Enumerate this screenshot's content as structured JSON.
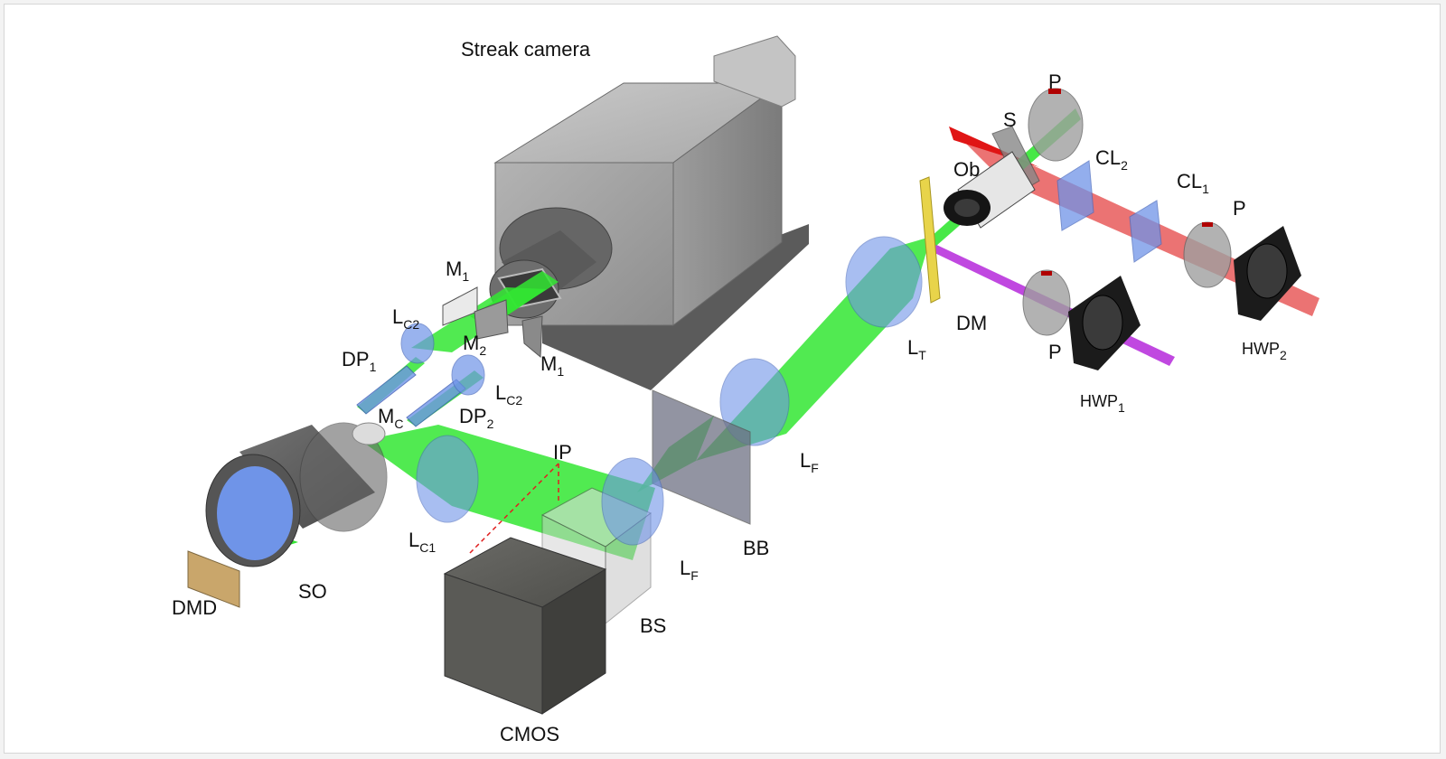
{
  "labels": {
    "streak_camera": "Streak camera",
    "p_top": "P",
    "s": "S",
    "ob": "Ob",
    "cl2": {
      "main": "CL",
      "sub": "2"
    },
    "cl1": {
      "main": "CL",
      "sub": "1"
    },
    "p_right": "P",
    "m1_top": {
      "main": "M",
      "sub": "1"
    },
    "lc2_left": {
      "main": "L",
      "sub": "C2"
    },
    "m2": {
      "main": "M",
      "sub": "2"
    },
    "m1_bottom": {
      "main": "M",
      "sub": "1"
    },
    "dp1": {
      "main": "DP",
      "sub": "1"
    },
    "lc2_right": {
      "main": "L",
      "sub": "C2"
    },
    "dp2": {
      "main": "DP",
      "sub": "2"
    },
    "mc": {
      "main": "M",
      "sub": "C"
    },
    "ip": "IP",
    "lc1": {
      "main": "L",
      "sub": "C1"
    },
    "lf_bottom": {
      "main": "L",
      "sub": "F"
    },
    "lf_right": {
      "main": "L",
      "sub": "F"
    },
    "lt": {
      "main": "L",
      "sub": "T"
    },
    "dm": "DM",
    "p_mid": "P",
    "hwp1": {
      "main": "HWP",
      "sub": "1"
    },
    "hwp2": {
      "main": "HWP",
      "sub": "2"
    },
    "bb": "BB",
    "bs": "BS",
    "dmd": "DMD",
    "so": "SO",
    "cmos": "CMOS"
  },
  "colors": {
    "green_beam": "#33e633",
    "red_beam": "#e85a5a",
    "violet_beam": "#c048e0",
    "lens_blue": "#6f94e8",
    "camera_gray": "#a4a4a4",
    "dmd_tan": "#c9a66b",
    "dichroic_yellow": "#e8d44a"
  }
}
